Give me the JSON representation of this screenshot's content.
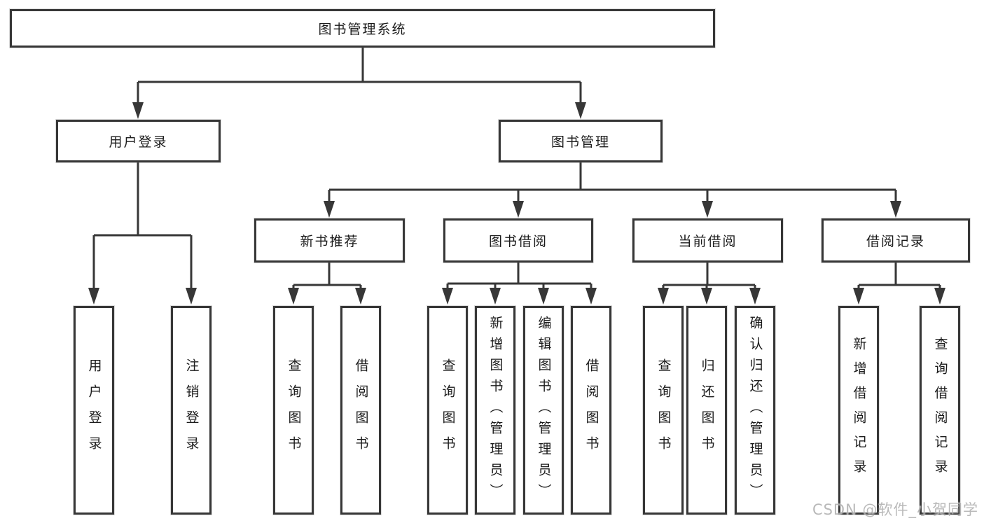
{
  "tree": {
    "label": "图书管理系统",
    "children": [
      {
        "label": "用户登录",
        "children": [
          {
            "label": "用户登录"
          },
          {
            "label": "注销登录"
          }
        ]
      },
      {
        "label": "图书管理",
        "children": [
          {
            "label": "新书推荐",
            "children": [
              {
                "label": "查询图书"
              },
              {
                "label": "借阅图书"
              }
            ]
          },
          {
            "label": "图书借阅",
            "children": [
              {
                "label": "查询图书"
              },
              {
                "label": "新增图书（管理员）"
              },
              {
                "label": "编辑图书（管理员）"
              },
              {
                "label": "借阅图书"
              }
            ]
          },
          {
            "label": "当前借阅",
            "children": [
              {
                "label": "查询图书"
              },
              {
                "label": "归还图书"
              },
              {
                "label": "确认归还（管理员）"
              }
            ]
          },
          {
            "label": "借阅记录",
            "children": [
              {
                "label": "新增借阅记录"
              },
              {
                "label": "查询借阅记录"
              }
            ]
          }
        ]
      }
    ]
  },
  "watermark": {
    "text": "CSDN @软件_小贺同学"
  },
  "colors": {
    "line": "#373737",
    "text": "#1b1b1b",
    "background": "#ffffff",
    "watermark": "#a8a8a8"
  }
}
